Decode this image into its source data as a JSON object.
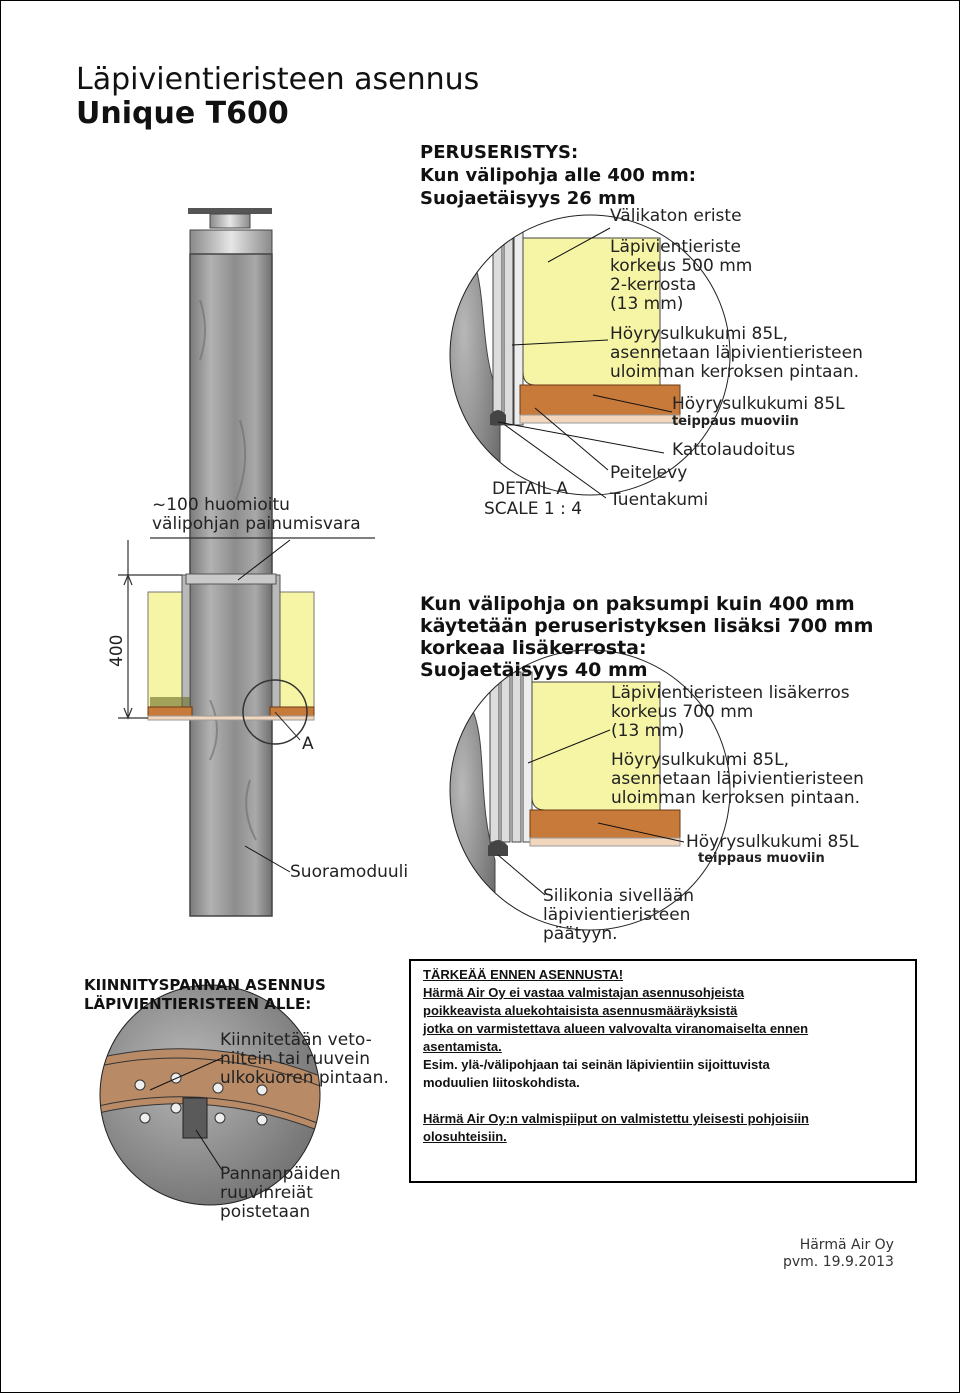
{
  "title": {
    "line1": "Läpivientieristeen asennus",
    "line2": "Unique T600"
  },
  "basic": {
    "heading": [
      "PERUSERISTYS:",
      "Kun välipohja alle 400 mm:",
      "Suojaetäisyys 26 mm"
    ],
    "labels": {
      "valikaton": "Välikaton eriste",
      "lapiv1": "Läpivientieriste",
      "lapiv2": "korkeus 500 mm",
      "lapiv3": "2-kerrosta",
      "lapiv4": "(13 mm)",
      "hoyry1": "Höyrysulkukumi 85L,",
      "hoyry2": "asennetaan läpivientieristeen",
      "hoyry3": "uloimman kerroksen pintaan.",
      "hoyry_teip1": "Höyrysulkukumi 85L",
      "hoyry_teip2": "teippaus muoviin",
      "katto": "Kattolaudoitus",
      "peite": "Peitelevy",
      "tuenta": "Tuentakumi",
      "detail1": "DETAIL A",
      "detail2": "SCALE 1 : 4"
    }
  },
  "left_drawing": {
    "varoitus1": "~100   huomioitu",
    "varoitus2": "välipohjan painumisvara",
    "dimension": "400",
    "marker": "A",
    "suoramoduuli": "Suoramoduuli"
  },
  "extra": {
    "heading": [
      "Kun välipohja on paksumpi kuin 400 mm",
      "käytetään peruseristyksen lisäksi 700 mm",
      "korkeaa lisäkerrosta:",
      "Suojaetäisyys 40 mm"
    ],
    "labels": {
      "lisa1": "Läpivientieristeen lisäkerros",
      "lisa2": "korkeus 700 mm",
      "lisa3": "(13 mm)",
      "hoyry1": "Höyrysulkukumi 85L,",
      "hoyry2": "asennetaan läpivientieristeen",
      "hoyry3": "uloimman kerroksen pintaan.",
      "hoyry_teip1": "Höyrysulkukumi 85L",
      "hoyry_teip2": "teippaus muoviin",
      "silikoni1": "Silikonia sivellään",
      "silikoni2": "läpivientieristeen",
      "silikoni3": "päätyyn."
    }
  },
  "clamp": {
    "heading": [
      "KIINNITYSPANNAN ASENNUS",
      "LÄPIVIENTIERISTEEN ALLE:"
    ],
    "kiinnit1": "Kiinnitetään veto-",
    "kiinnit2": "niitein tai ruuvein",
    "kiinnit3": "ulkokuoren pintaan.",
    "pannan1": "Pannanpäiden",
    "pannan2": "ruuvinreiät",
    "pannan3": "poistetaan"
  },
  "notice": {
    "title": "TÄRKEÄÄ ENNEN ASENNUSTA!",
    "line1": "Härmä Air Oy ei vastaa valmistajan asennusohjeista",
    "line2": "poikkeavista aluekohtaisista asennusmääräyksistä",
    "line3": "jotka on varmistettava alueen valvovalta viranomaiselta ennen",
    "line4": "asentamista.",
    "line5": "Esim. ylä-/välipohjaan tai seinän läpivientiin sijoittuvista",
    "line6": "moduulien liitoskohdista.",
    "line7": "Härmä Air Oy:n valmispiiput on valmistettu yleisesti pohjoisiin",
    "line8": "olosuhteisiin."
  },
  "footer": {
    "company": "Härmä Air Oy",
    "date": "pvm. 19.9.2013"
  },
  "colors": {
    "insulation": "#f6f5a6",
    "steel": "#9a9a9a",
    "wood": "#c87a3a",
    "board": "#f2d6bd"
  }
}
